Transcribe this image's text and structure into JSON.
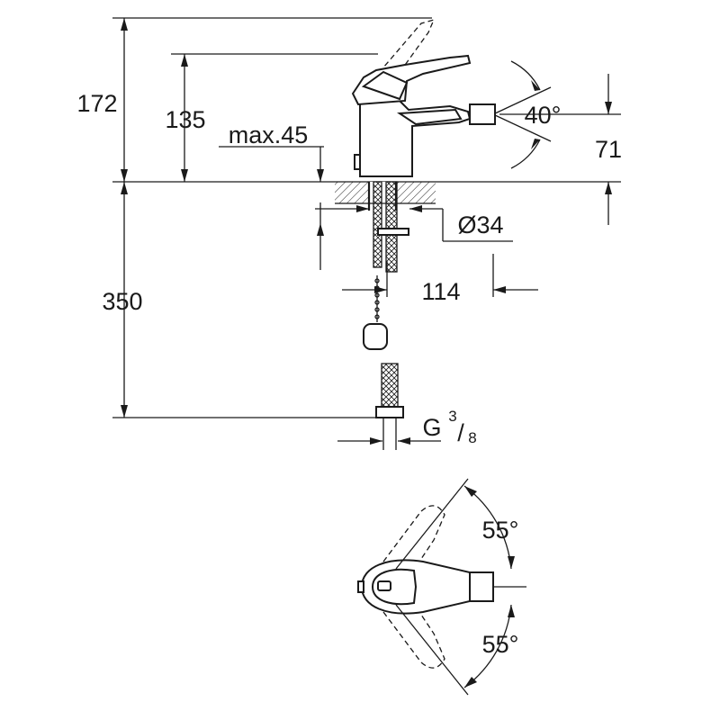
{
  "side_view": {
    "height_total": "172",
    "height_spout": "135",
    "max_thickness": "max.45",
    "angle_nozzle": "40°",
    "nozzle_height": "71",
    "hole_diameter": "Ø34",
    "reach": "114",
    "hose_length": "350",
    "thread_prefix": "G",
    "thread_num": "3",
    "thread_den": "8"
  },
  "top_view": {
    "angle_upper": "55°",
    "angle_lower": "55°"
  }
}
